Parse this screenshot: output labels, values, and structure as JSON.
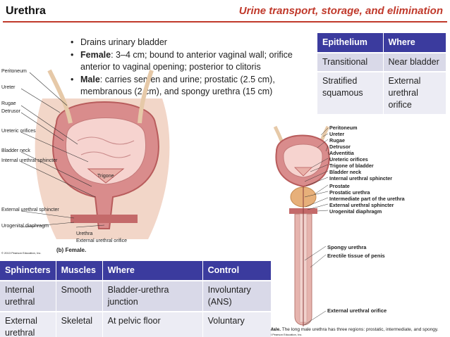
{
  "header": {
    "title": "Urethra",
    "subtitle": "Urine transport, storage, and elimination"
  },
  "bullets": [
    {
      "strong": "",
      "text": "Drains urinary bladder"
    },
    {
      "strong": "Female",
      "text": ": 3–4 cm; bound to anterior vaginal wall; orifice anterior to vaginal opening; posterior to clitoris"
    },
    {
      "strong": "Male",
      "text": ": carries semen and urine; prostatic (2.5 cm), membranous (2 cm), and spongy urethra (15 cm)"
    }
  ],
  "epithelium_table": {
    "headers": [
      "Epithelium",
      "Where"
    ],
    "rows": [
      [
        "Transitional",
        "Near bladder"
      ],
      [
        "Stratified squamous",
        "External urethral orifice"
      ]
    ]
  },
  "sphincter_table": {
    "headers": [
      "Sphincters",
      "Muscles",
      "Where",
      "Control"
    ],
    "rows": [
      [
        "Internal urethral",
        "Smooth",
        "Bladder-urethra junction",
        "Involuntary (ANS)"
      ],
      [
        "External urethral",
        "Skeletal",
        "At pelvic floor",
        "Voluntary"
      ]
    ]
  },
  "female_figure": {
    "labels": [
      "Peritoneum",
      "Ureter",
      "Rugae",
      "Detrusor",
      "Ureteric orifices",
      "Bladder neck",
      "Internal urethral sphincter",
      "Trigone",
      "External urethral sphincter",
      "Urogenital diaphragm",
      "Urethra",
      "External urethral orifice"
    ],
    "caption": "(b) Female.",
    "credit": "© 2013 Pearson Education, Inc."
  },
  "male_figure": {
    "labels": [
      "Peritoneum",
      "Ureter",
      "Rugae",
      "Detrusor",
      "Adventitia",
      "Ureteric orifices",
      "Trigone of bladder",
      "Bladder neck",
      "Internal urethral sphincter",
      "Prostate",
      "Prostatic urethra",
      "Intermediate part of the urethra",
      "External urethral sphincter",
      "Urogenital diaphragm",
      "Spongy urethra",
      "Erectile tissue of penis",
      "External urethral orifice"
    ],
    "caption_bold": "(a) Male.",
    "caption": " The long male urethra has three regions: prostatic, intermediate, and spongy.",
    "credit": "© 2013 Pearson Education, Inc."
  },
  "colors": {
    "accent": "#c0392b",
    "table_header": "#3b3b9e",
    "table_row": "#d9d9e8",
    "table_row_alt": "#ececf4",
    "tissue": "#d98c8c",
    "tissue_dark": "#b85c5c"
  }
}
